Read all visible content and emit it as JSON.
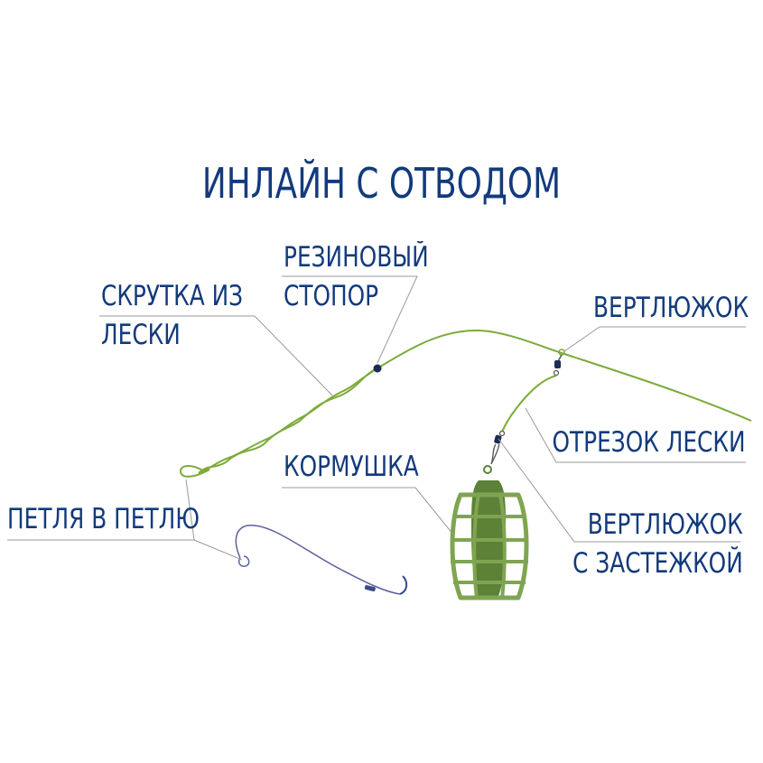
{
  "title": "ИНЛАЙН С ОТВОДОМ",
  "labels": {
    "twist": [
      "СКРУТКА ИЗ",
      "ЛЕСКИ"
    ],
    "stopper": [
      "РЕЗИНОВЫЙ",
      "СТОПОР"
    ],
    "swivel": [
      "ВЕРТЛЮЖОК"
    ],
    "line_segment": [
      "ОТРЕЗОК ЛЕСКИ"
    ],
    "feeder": [
      "КОРМУШКА"
    ],
    "loop": [
      "ПЕТЛЯ В ПЕТЛЮ"
    ],
    "snap_swivel": [
      "ВЕРТЛЮЖОК",
      "С ЗАСТЕЖКОЙ"
    ]
  },
  "colors": {
    "line_green": "#7cab3a",
    "feeder_dark": "#5b8236",
    "feeder_light": "#7fa552",
    "text_blue": "#133a7c",
    "leader_gray": "#9a9a9a",
    "hook_link": "#5a5f9c"
  }
}
